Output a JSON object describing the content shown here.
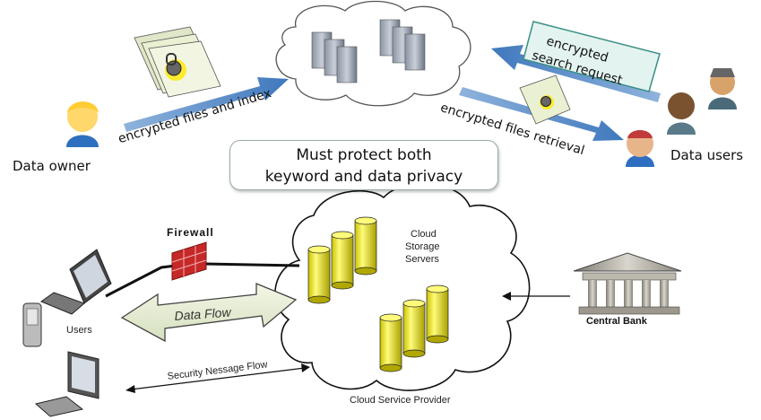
{
  "top": {
    "data_owner": "Data owner",
    "data_users": "Data users",
    "upload_arrow": "encrypted files and index",
    "search_request_line1": "encrypted",
    "search_request_line2": "search request",
    "retrieval_arrow": "encrypted  files retrieval",
    "protect_line1": "Must protect both",
    "protect_line2": "keyword and data privacy"
  },
  "bottom": {
    "firewall": "Firewall",
    "users": "Users",
    "data_flow": "Data Flow",
    "security_flow": "Security Nessage Flow",
    "cloud_line1": "Cloud",
    "cloud_line2": "Storage",
    "cloud_line3": "Servers",
    "provider": "Cloud Service Provider",
    "central_bank": "Central Bank"
  }
}
